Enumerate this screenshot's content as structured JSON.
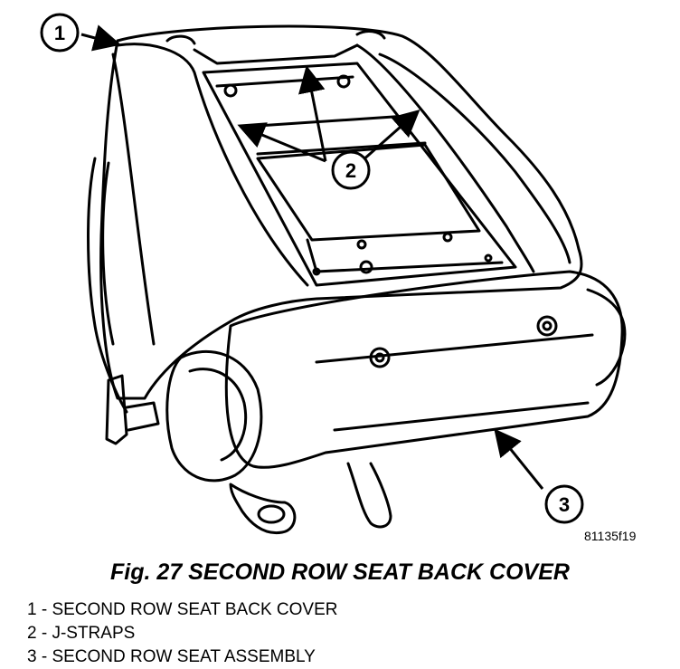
{
  "figure": {
    "id": "81135f19",
    "caption": "Fig. 27 SECOND ROW SEAT BACK COVER"
  },
  "callouts": [
    {
      "number": "1"
    },
    {
      "number": "2"
    },
    {
      "number": "3"
    }
  ],
  "legend": [
    {
      "text": "1 - SECOND ROW SEAT BACK COVER"
    },
    {
      "text": "2 - J-STRAPS"
    },
    {
      "text": "3 - SECOND ROW SEAT ASSEMBLY"
    }
  ]
}
